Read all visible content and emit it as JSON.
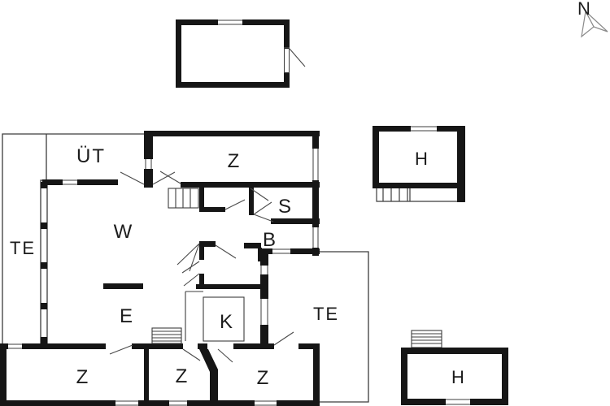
{
  "title": "floor-plan",
  "labels": {
    "ut": "ÜT",
    "z_top": "Z",
    "te_left": "TE",
    "w": "W",
    "s": "S",
    "b": "B",
    "e": "E",
    "k": "K",
    "te_right": "TE",
    "z_bottom_left": "Z",
    "z_bottom_mid": "Z",
    "z_bottom_right": "Z",
    "h_top": "H",
    "h_bottom": "H",
    "north": "N"
  },
  "colors": {
    "wall": "#161616",
    "outline": "#3c3c3c",
    "swing": "#4a4a4a",
    "background": "#ffffff",
    "label": "#1c1c1c",
    "north_arrow": "#8a8a8a"
  }
}
